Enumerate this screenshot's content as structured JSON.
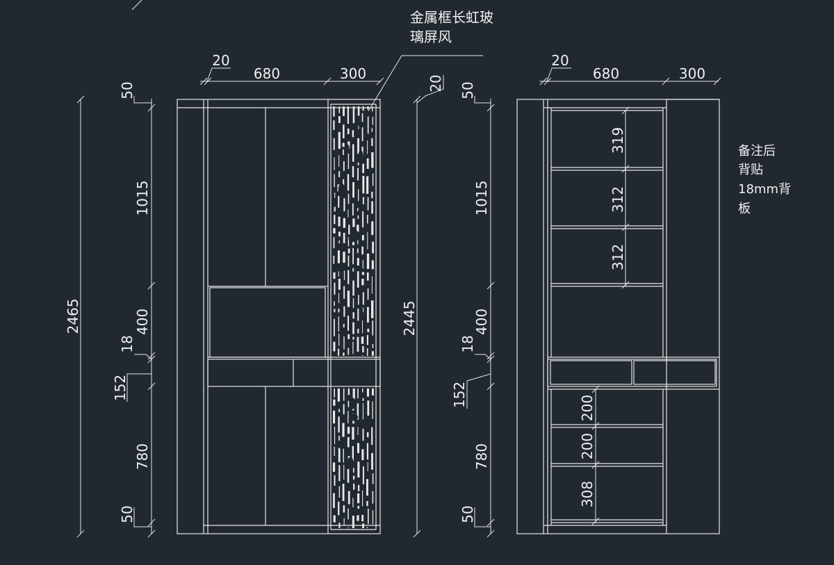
{
  "annotations": {
    "glass_line1": "金属框长虹玻",
    "glass_line2": "璃屏风",
    "note_line1": "备注后",
    "note_line2": "背贴",
    "note_line3": "18mm背",
    "note_line4": "板"
  },
  "left_elevation": {
    "top_dims": [
      "20",
      "680",
      "300"
    ],
    "total_height": "2465",
    "vertical_dims": [
      "50",
      "1015",
      "400",
      "18",
      "152",
      "780",
      "50"
    ]
  },
  "right_elevation": {
    "top_dims": [
      "20",
      "680",
      "300"
    ],
    "total_height": "2445",
    "side_dim": "20",
    "vertical_dims": [
      "50",
      "1015",
      "400",
      "18",
      "152",
      "780",
      "50"
    ],
    "shelf_dims_upper": [
      "319",
      "312",
      "312"
    ],
    "shelf_dims_lower": [
      "200",
      "200",
      "308"
    ]
  },
  "colors": {
    "background": "#212830",
    "line": "#e8e8e8"
  }
}
